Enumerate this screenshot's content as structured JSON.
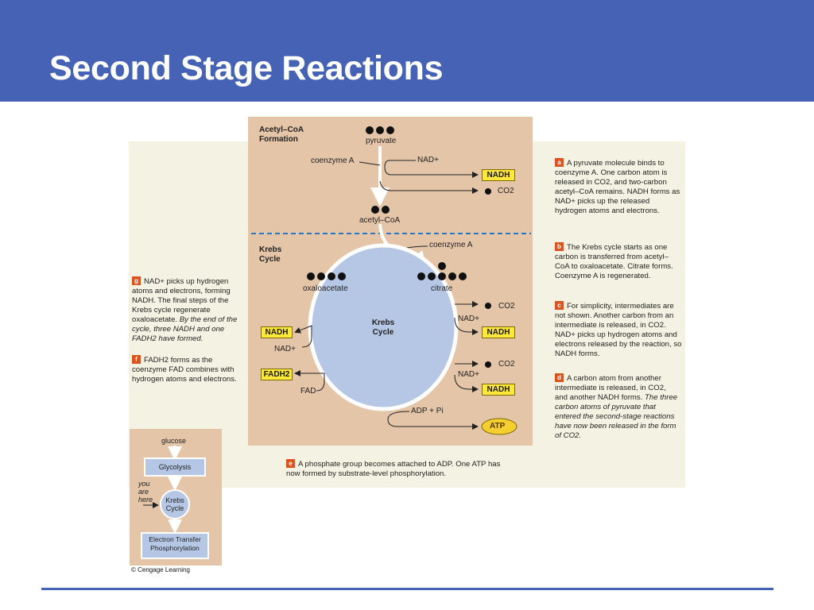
{
  "slide": {
    "title": "Second Stage Reactions"
  },
  "sections": {
    "acetyl_heading": "Acetyl–CoA\nFormation",
    "krebs_heading": "Krebs\nCycle"
  },
  "labels": {
    "pyruvate": "pyruvate",
    "coenzyme_a_1": "coenzyme A",
    "nad_plus_1": "NAD+",
    "nadh_1": "NADH",
    "co2_1": "CO2",
    "acetyl_coa": "acetyl–CoA",
    "coenzyme_a_2": "coenzyme A",
    "oxaloacetate": "oxaloacetate",
    "citrate": "citrate",
    "krebs_center": "Krebs\nCycle",
    "co2_2": "CO2",
    "nad_plus_2": "NAD+",
    "nadh_2": "NADH",
    "co2_3": "CO2",
    "nad_plus_3": "NAD+",
    "nadh_3": "NADH",
    "adp_pi": "ADP + Pi",
    "atp": "ATP",
    "nadh_left": "NADH",
    "nad_plus_left": "NAD+",
    "fadh2": "FADH2",
    "fad": "FAD"
  },
  "notes": {
    "a_badge": "a",
    "a": "A pyruvate molecule binds to coenzyme A. One carbon atom is released in CO2, and two-carbon acetyl–CoA remains. NADH forms as NAD+ picks up the released hydrogen atoms and electrons.",
    "b_badge": "b",
    "b": "The Krebs cycle starts as one carbon is transferred from acetyl–CoA to oxaloacetate. Citrate forms. Coenzyme A is regenerated.",
    "c_badge": "c",
    "c": "For simplicity, intermediates are not shown. Another carbon from an intermediate is released, in CO2. NAD+ picks up hydrogen atoms and electrons released by the reaction, so NADH forms.",
    "d_badge": "d",
    "d_plain": "A carbon atom from another intermediate is released, in CO2, and another NADH forms.",
    "d_italic": "The three carbon atoms of pyruvate that entered the second-stage reactions have now been released in the form of CO2.",
    "e_badge": "e",
    "e": "A phosphate group becomes attached to ADP. One ATP has now formed by substrate-level phosphorylation.",
    "g_badge": "g",
    "g_plain": "NAD+ picks up hydrogen atoms and electrons, forming NADH. The final steps of the Krebs cycle regenerate oxaloacetate.",
    "g_italic": "By the end of the cycle, three NADH and one FADH2 have formed.",
    "f_badge": "f",
    "f": "FADH2 forms as the coenzyme FAD combines with hydrogen atoms and electrons."
  },
  "mini_map": {
    "glucose": "glucose",
    "glycolysis": "Glycolysis",
    "you_are_here": "you\nare\nhere",
    "krebs": "Krebs\nCycle",
    "electron_transfer": "Electron Transfer\nPhosphorylation"
  },
  "credit": "© Cengage Learning",
  "colors": {
    "header": "#4562b5",
    "tan": "#e5c5a8",
    "cycle": "#b6c7e6",
    "yellow_box": "#ffe83a",
    "badge": "#d9541e"
  }
}
